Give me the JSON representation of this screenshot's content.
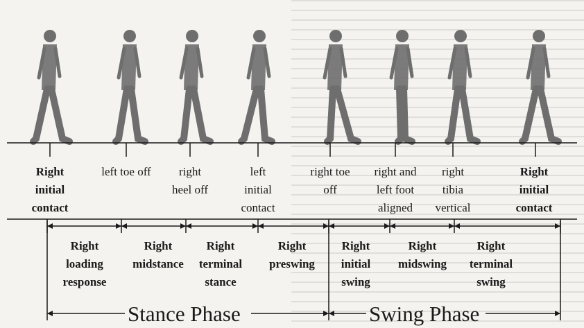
{
  "events": [
    {
      "label": "Right\ninitial\ncontact",
      "bold": true
    },
    {
      "label": "left toe off",
      "bold": false
    },
    {
      "label": "right\nheel off",
      "bold": false
    },
    {
      "label": "left\ninitial\ncontact",
      "bold": false
    },
    {
      "label": "right toe\noff",
      "bold": false
    },
    {
      "label": "right and\nleft foot\naligned",
      "bold": false
    },
    {
      "label": "right\ntibia\nvertical",
      "bold": false
    },
    {
      "label": "Right\ninitial\ncontact",
      "bold": true
    }
  ],
  "phases": [
    {
      "label": "Right\nloading\nresponse"
    },
    {
      "label": "Right\nmidstance"
    },
    {
      "label": "Right\nterminal\nstance"
    },
    {
      "label": "Right\npreswing"
    },
    {
      "label": "Right\ninitial\nswing"
    },
    {
      "label": "Right\nmidswing"
    },
    {
      "label": "Right\nterminal\nswing"
    }
  ],
  "stance_phase": "Stance Phase",
  "swing_phase": "Swing Phase",
  "colors": {
    "paper": "#f4f3ef",
    "ink": "#1a1a1a",
    "figure": "#6e6e6e"
  }
}
